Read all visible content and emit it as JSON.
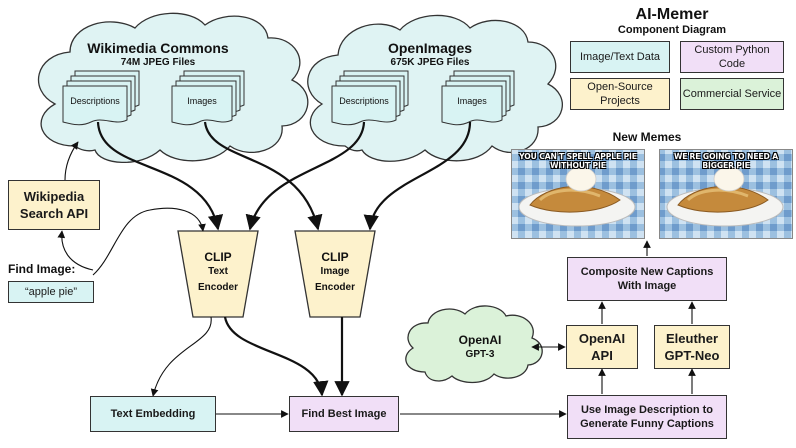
{
  "title": "AI-Memer",
  "subtitle": "Component Diagram",
  "legend": {
    "image_text_data": "Image/Text Data",
    "custom_python_code": "Custom Python Code",
    "open_source_projects": "Open-Source Projects",
    "commercial_service": "Commercial Service"
  },
  "wikimedia": {
    "title": "Wikimedia Commons",
    "subtitle": "74M JPEG Files",
    "descriptions": "Descriptions",
    "images": "Images"
  },
  "openimages": {
    "title": "OpenImages",
    "subtitle": "675K JPEG Files",
    "descriptions": "Descriptions",
    "images": "Images"
  },
  "wikipedia_api": {
    "line1": "Wikipedia",
    "line2": "Search API"
  },
  "find_image": {
    "label": "Find Image:",
    "query": "“apple pie”"
  },
  "clip_text": {
    "line1": "CLIP",
    "line2": "Text",
    "line3": "Encoder"
  },
  "clip_image": {
    "line1": "CLIP",
    "line2": "Image",
    "line3": "Encoder"
  },
  "text_embedding": "Text Embedding",
  "find_best_image": "Find Best Image",
  "openai_gpt3": {
    "line1": "OpenAI",
    "line2": "GPT-3"
  },
  "openai_api": {
    "line1": "OpenAI",
    "line2": "API"
  },
  "eleuther": {
    "line1": "Eleuther",
    "line2": "GPT-Neo"
  },
  "use_description": {
    "line1": "Use Image Description to",
    "line2": "Generate Funny Captions"
  },
  "composite": {
    "line1": "Composite New Captions",
    "line2": "With Image"
  },
  "new_memes": "New Memes",
  "memes": [
    {
      "caption": "YOU CAN'T SPELL APPLE PIE WITHOUT PIE"
    },
    {
      "caption": "WE'RE GOING TO NEED A BIGGER PIE"
    }
  ],
  "colors": {
    "data": "#d8f3f3",
    "python": "#f1dff7",
    "open_source": "#fdf2cc",
    "commercial": "#dbf2d9",
    "cloud": "#dff3f3"
  }
}
